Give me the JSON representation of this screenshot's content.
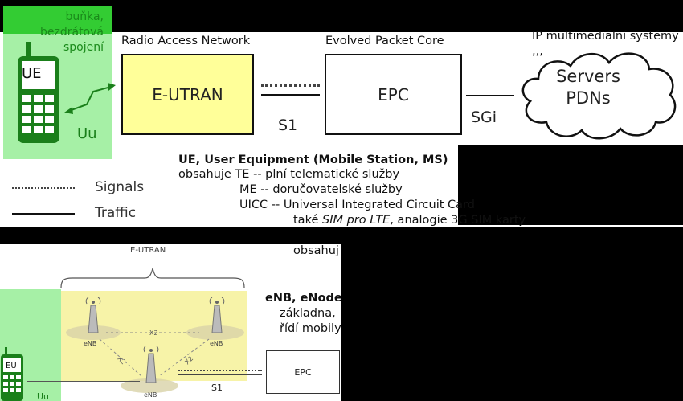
{
  "top": {
    "ue_note": [
      "buňka,",
      "bezdrátová",
      "spojení"
    ],
    "ue_label": "UE",
    "uu_label": "Uu",
    "ran_header": "Radio Access Network",
    "epc_header": "Evolved Packet Core",
    "ims_header": [
      "IP multimediální systémy",
      ",,,"
    ],
    "eutran_box": "E-UTRAN",
    "epc_box": "EPC",
    "s1_label": "S1",
    "sgi_label": "SGi",
    "cloud_text": [
      "Servers",
      "PDNs"
    ],
    "legend": {
      "signals": "Signals",
      "traffic": "Traffic"
    }
  },
  "desc": {
    "title": "UE, User Equipment (Mobile Station, MS)",
    "line1": "obsahuje TE -- plní telematické služby",
    "line2": "ME -- doručovatelské služby",
    "line3": "UICC -- Universal Integrated Circuit Card",
    "line4_pre": "také ",
    "line4_em": "SIM pro LTE",
    "line4_post": ", analogie  3G SIM karty",
    "line5": "obsahuj"
  },
  "bottom": {
    "eutran_label": "E-UTRAN",
    "enb_labels": [
      "eNB",
      "eNB",
      "eNB"
    ],
    "x2_labels": [
      "X2",
      "X2",
      "X2"
    ],
    "eu_label": "EU",
    "uu_label": "Uu",
    "s1_label": "S1",
    "epc_box": "EPC"
  },
  "enb_desc": {
    "title": "eNB, eNode",
    "line1": "základna,",
    "line2": "řídí mobily"
  },
  "colors": {
    "green_panel": "#a6f0a6",
    "phone_green": "#1a7f1a",
    "eutran_fill": "#ffff99",
    "bottom_yellow": "#f7f3a8"
  }
}
